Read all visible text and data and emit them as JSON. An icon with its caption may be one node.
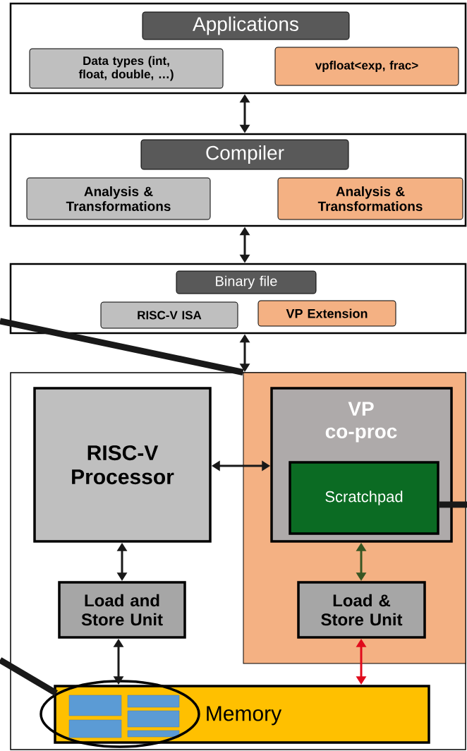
{
  "diagram": {
    "nodes": [
      {
        "text": [],
        "shape": "box"
      },
      {
        "text": [
          "Applications"
        ],
        "in": 0
      },
      {
        "text": [
          "Data types (int, float, double, …)"
        ],
        "in": 0
      },
      {
        "text": [
          "vpfloat<exp, frac>"
        ],
        "in": 0
      },
      {
        "text": [],
        "shape": "box"
      },
      {
        "text": [
          "Compiler"
        ],
        "in": 4
      },
      {
        "text": [
          "Analysis & Transformations"
        ],
        "in": 4
      },
      {
        "text": [
          "Analysis & Transformations"
        ],
        "in": 4
      },
      {
        "text": [],
        "shape": "box"
      },
      {
        "text": [
          "Binary file"
        ],
        "in": 8
      },
      {
        "text": [
          "RISC-V ISA"
        ],
        "in": 8
      },
      {
        "text": [
          "VP Extension"
        ],
        "in": 8
      },
      {
        "text": [],
        "shape": "box"
      },
      {
        "text": [
          "RISC-V Processor"
        ],
        "in": 12
      },
      {
        "text": [],
        "shape": "box",
        "in": 12
      },
      {
        "text": [
          "VP co-proc"
        ],
        "in": 14
      },
      {
        "text": [
          "Scratchpad"
        ],
        "in": 15
      },
      {
        "text": [
          "Load and Store Unit"
        ],
        "in": 12
      },
      {
        "text": [
          "Load & Store Unit"
        ],
        "in": 14
      },
      {
        "text": [
          "Memory"
        ],
        "in": 12
      },
      {
        "text": [],
        "shape": "ellipse",
        "in": 12
      }
    ],
    "edges": [
      {
        "from": 0,
        "to": 4,
        "arrow": "both"
      },
      {
        "from": 4,
        "to": 8,
        "arrow": "both"
      },
      {
        "from": 8,
        "to": 12,
        "arrow": "both"
      },
      {
        "from": 13,
        "to": 15,
        "arrow": "both"
      },
      {
        "from": 13,
        "to": 17,
        "arrow": "both"
      },
      {
        "from": 15,
        "to": 18,
        "arrow": "both",
        "color": "#375623"
      },
      {
        "from": 17,
        "to": 19,
        "arrow": "both"
      },
      {
        "from": 18,
        "to": 19,
        "arrow": "both",
        "color": "#e00b1c"
      },
      {
        "from": null,
        "to": 14,
        "arrow": "none",
        "style": "thick"
      },
      {
        "from": 16,
        "to": null,
        "arrow": "none",
        "style": "thick"
      },
      {
        "from": null,
        "to": 20,
        "arrow": "none",
        "style": "thick"
      }
    ]
  }
}
